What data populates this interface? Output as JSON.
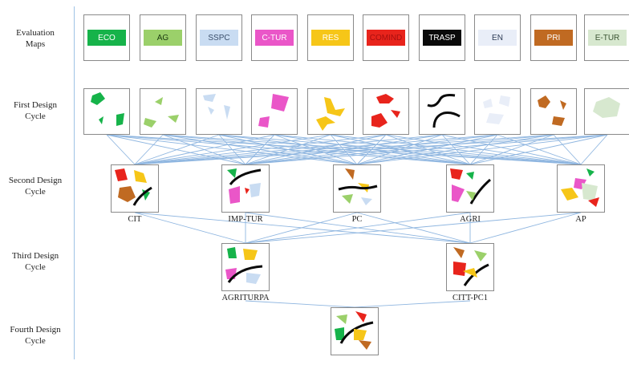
{
  "rows": [
    {
      "key": "eval",
      "label_1": "Evaluation",
      "label_2": "Maps"
    },
    {
      "key": "first",
      "label_1": "First Design",
      "label_2": "Cycle"
    },
    {
      "key": "second",
      "label_1": "Second Design",
      "label_2": "Cycle"
    },
    {
      "key": "third",
      "label_1": "Third Design",
      "label_2": "Cycle"
    },
    {
      "key": "fourth",
      "label_1": "Fourth Design",
      "label_2": "Cycle"
    }
  ],
  "maps": [
    {
      "label": "ECO",
      "bg": "#16b34a",
      "fg": "#ffffff"
    },
    {
      "label": "AG",
      "bg": "#9bd06a",
      "fg": "#1b3a10"
    },
    {
      "label": "SSPC",
      "bg": "#c9dcf2",
      "fg": "#3b4f6b"
    },
    {
      "label": "C-TUR",
      "bg": "#ea56c8",
      "fg": "#ffffff"
    },
    {
      "label": "RES",
      "bg": "#f6c618",
      "fg": "#ffffff"
    },
    {
      "label": "COMIND",
      "bg": "#e8241c",
      "fg": "#a80f0f"
    },
    {
      "label": "TRASP",
      "bg": "#0a0a0a",
      "fg": "#ffffff"
    },
    {
      "label": "EN",
      "bg": "#e9eef8",
      "fg": "#2e3c55"
    },
    {
      "label": "PRI",
      "bg": "#c06a22",
      "fg": "#ffffff"
    },
    {
      "label": "E-TUR",
      "bg": "#d7e8cf",
      "fg": "#3c5534"
    }
  ],
  "second_cycle": [
    {
      "label": "CIT"
    },
    {
      "label": "IMP-TUR"
    },
    {
      "label": "PC"
    },
    {
      "label": "AGRI"
    },
    {
      "label": "AP"
    }
  ],
  "third_cycle": [
    {
      "label": "AGRITURPA"
    },
    {
      "label": "CITT-PC1"
    }
  ],
  "colors": {
    "link": "#8fb6e0",
    "frame": "#8a8a8a"
  }
}
